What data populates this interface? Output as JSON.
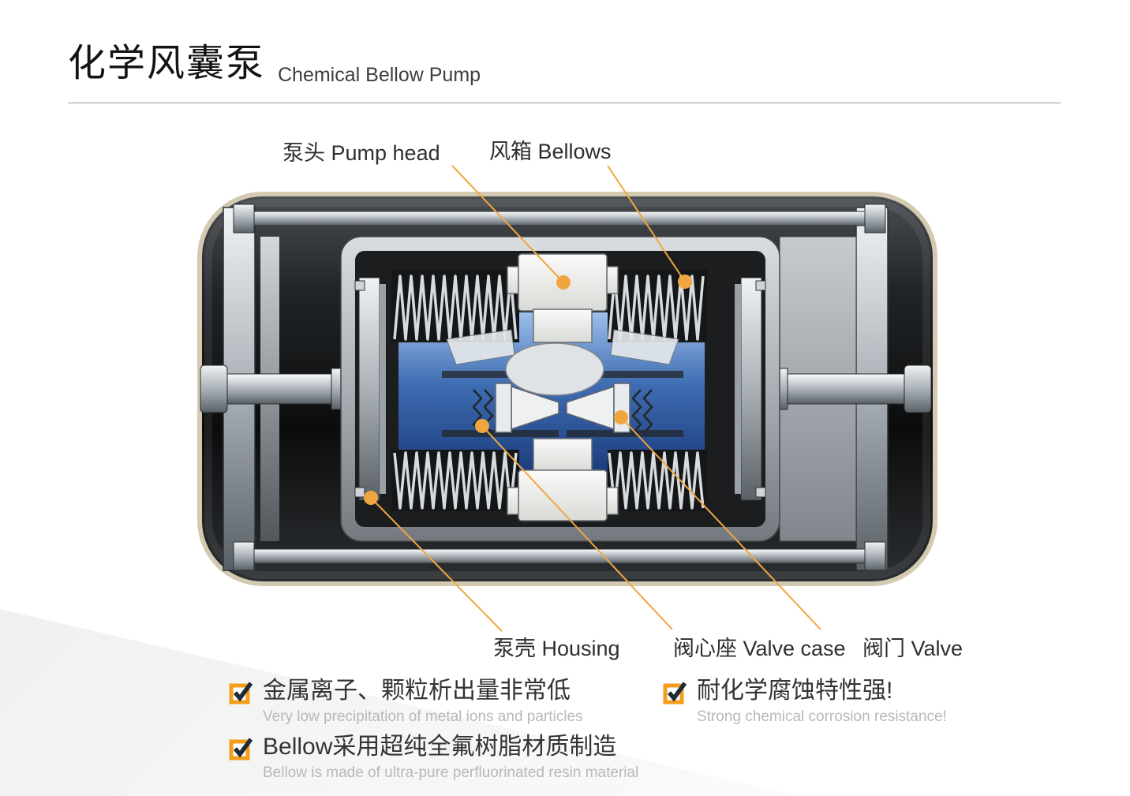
{
  "header": {
    "title_cn": "化学风囊泵",
    "title_en": "Chemical Bellow Pump"
  },
  "diagram": {
    "labels": {
      "pump_head": "泵头 Pump head",
      "bellows": "风箱 Bellows",
      "housing": "泵壳 Housing",
      "valve_case": "阀心座 Valve case",
      "valve": "阀门 Valve"
    }
  },
  "features": [
    {
      "cn": "金属离子、颗粒析出量非常低",
      "en": "Very low precipitation of metal ions and particles"
    },
    {
      "cn": "耐化学腐蚀特性强!",
      "en": "Strong chemical corrosion resistance!"
    },
    {
      "cn": "Bellow采用超纯全氟树脂材质制造",
      "en": "Bellow is made of ultra-pure perfluorinated resin material"
    }
  ],
  "colors": {
    "accent": "#F0A640",
    "check_box": "#F49D1D",
    "check_mark": "#1E2B36"
  }
}
